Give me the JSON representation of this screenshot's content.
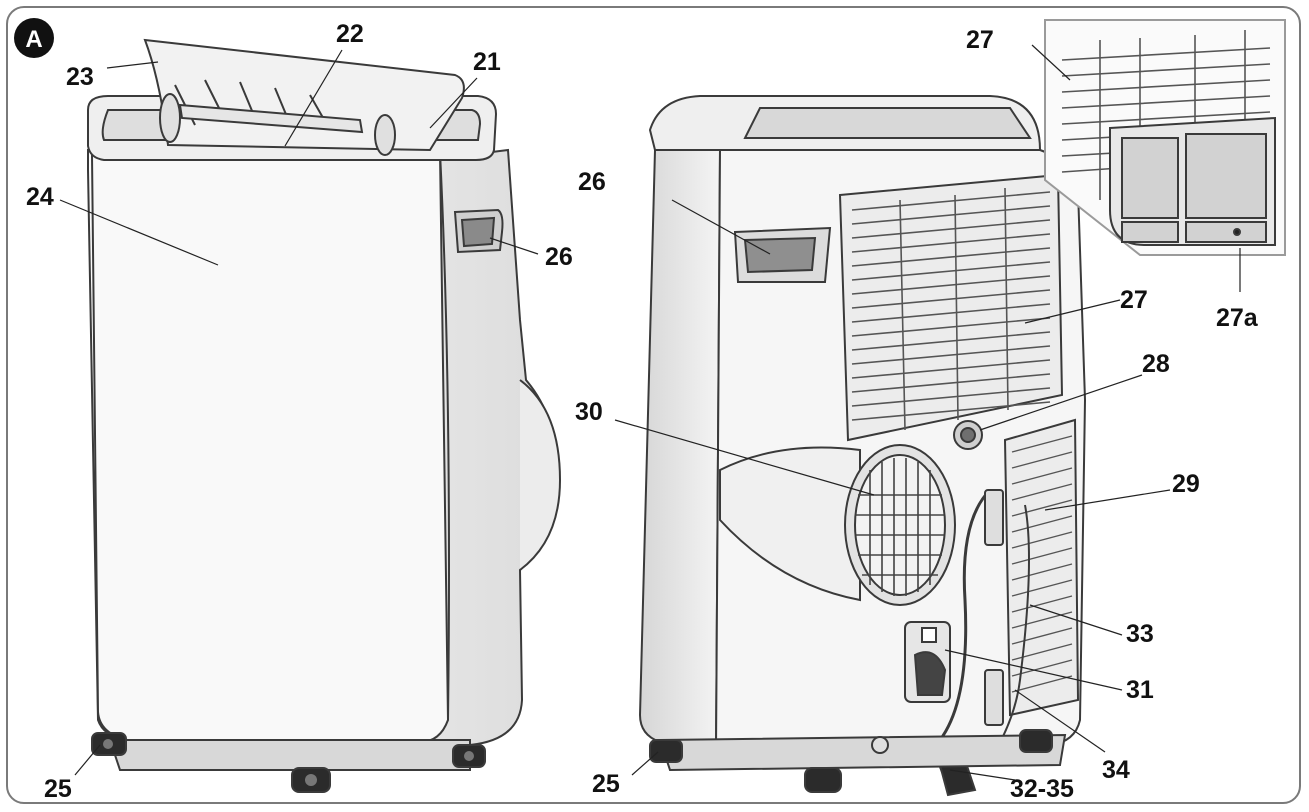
{
  "figure": {
    "badge": "A",
    "colors": {
      "outline": "#3a3a3a",
      "body_fill": "#f7f7f7",
      "shade": "#d9d9d9",
      "dark": "#2b2b2b",
      "frame": "#7a7a7a"
    }
  },
  "front_unit": {
    "labels": {
      "c21": "21",
      "c22": "22",
      "c23": "23",
      "c24": "24",
      "c25": "25",
      "c26": "26"
    }
  },
  "rear_unit": {
    "labels": {
      "c25": "25",
      "c26": "26",
      "c27": "27",
      "c28": "28",
      "c29": "29",
      "c30": "30",
      "c31": "31",
      "c32_35": "32-35",
      "c33": "33",
      "c34": "34"
    }
  },
  "inset": {
    "labels": {
      "c27": "27",
      "c27a": "27a"
    }
  }
}
